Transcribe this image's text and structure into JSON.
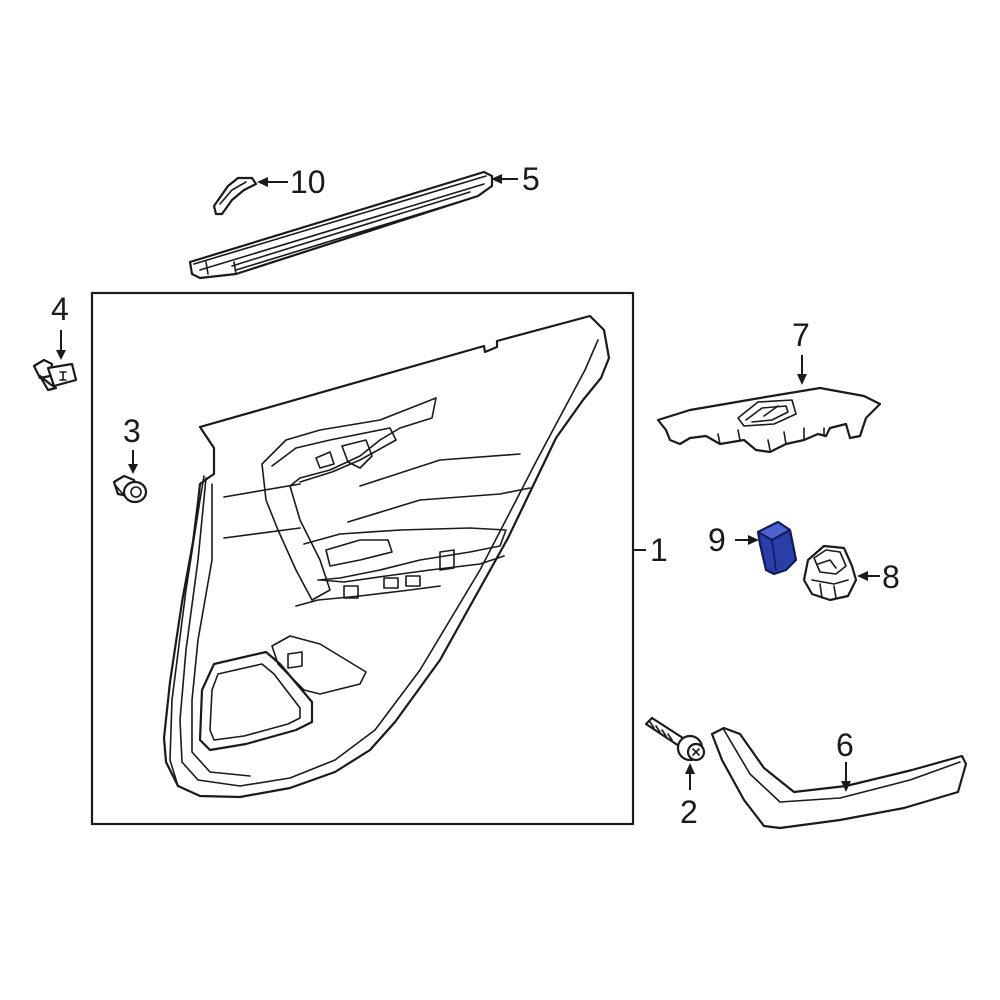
{
  "diagram": {
    "highlight_color": "#2a3ea8",
    "callouts": [
      {
        "id": "1",
        "label": "1",
        "part": "door-trim-panel"
      },
      {
        "id": "2",
        "label": "2",
        "part": "bolt"
      },
      {
        "id": "3",
        "label": "3",
        "part": "clip"
      },
      {
        "id": "4",
        "label": "4",
        "part": "retainer-clip"
      },
      {
        "id": "5",
        "label": "5",
        "part": "belt-weatherstrip"
      },
      {
        "id": "6",
        "label": "6",
        "part": "trim-molding"
      },
      {
        "id": "7",
        "label": "7",
        "part": "switch-bezel"
      },
      {
        "id": "8",
        "label": "8",
        "part": "window-switch"
      },
      {
        "id": "9",
        "label": "9",
        "part": "switch-knob",
        "highlighted": true
      },
      {
        "id": "10",
        "label": "10",
        "part": "weatherstrip-end-cap"
      }
    ]
  }
}
